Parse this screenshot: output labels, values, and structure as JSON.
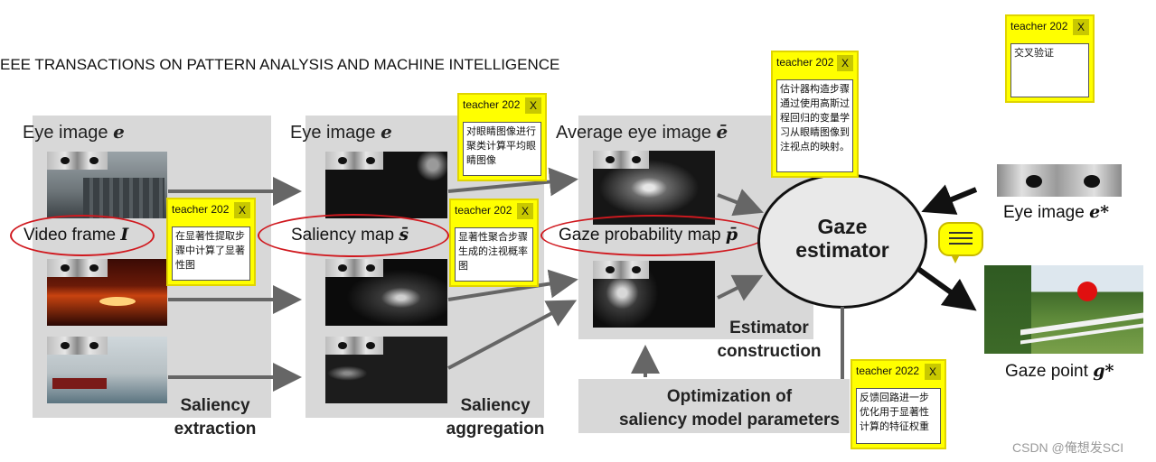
{
  "header": "EEE TRANSACTIONS ON PATTERN ANALYSIS AND MACHINE INTELLIGENCE",
  "panels": {
    "p1": {
      "title": "Eye image",
      "sym": "e",
      "caption_line1": "Saliency",
      "caption_line2": "extraction"
    },
    "p2": {
      "title": "Eye image",
      "sym": "e",
      "caption_line1": "Saliency",
      "caption_line2": "aggregation"
    },
    "p3": {
      "title": "Average eye image",
      "sym": "ē",
      "caption_line1": "Estimator",
      "caption_line2": "construction"
    }
  },
  "labels": {
    "video_frame": "Video frame",
    "video_sym": "I",
    "saliency_map": "Saliency map",
    "saliency_sym": "s̄",
    "gaze_prob": "Gaze probability map",
    "gaze_prob_sym": "p̄"
  },
  "estimator": {
    "line1": "Gaze",
    "line2": "estimator"
  },
  "optimization": {
    "line1": "Optimization of",
    "line2": "saliency model parameters"
  },
  "right": {
    "eye_label": "Eye image",
    "eye_sym": "e*",
    "gaze_label": "Gaze point",
    "gaze_sym": "g*"
  },
  "notes": [
    {
      "head": "teacher 202",
      "x": "X",
      "body": "对眼睛图像进行聚类计算平均眼睛图像"
    },
    {
      "head": "teacher 202",
      "x": "X",
      "body": "估计器构造步骤通过使用高斯过程回归的变量学习从眼睛图像到注视点的映射。"
    },
    {
      "head": "teacher 202",
      "x": "X",
      "body": "交叉验证"
    },
    {
      "head": "teacher 202",
      "x": "X",
      "body": "在显著性提取步骤中计算了显著性图"
    },
    {
      "head": "teacher 202",
      "x": "X",
      "body": "显著性聚合步骤生成的注视概率图"
    },
    {
      "head": "teacher 2022",
      "x": "X",
      "body": "反馈回路进一步优化用于显著性计算的特征权重"
    }
  ],
  "watermark": "CSDN @俺想发SCI",
  "colors": {
    "ring": "#d0191f",
    "note": "#ffff00",
    "panel": "#d8d8d8",
    "gaze_dot": "#e01010"
  },
  "icons": [
    "comment-icon"
  ]
}
